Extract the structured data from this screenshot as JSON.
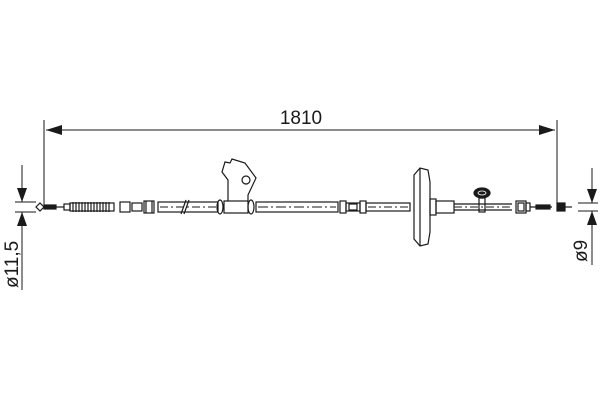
{
  "diagram": {
    "type": "technical-drawing",
    "subject": "parking brake cable",
    "dimensions": {
      "length": "1810",
      "left_diameter": "ø11,5",
      "right_diameter": "ø9"
    },
    "colors": {
      "line": "#1a1a1a",
      "background": "#ffffff"
    }
  }
}
